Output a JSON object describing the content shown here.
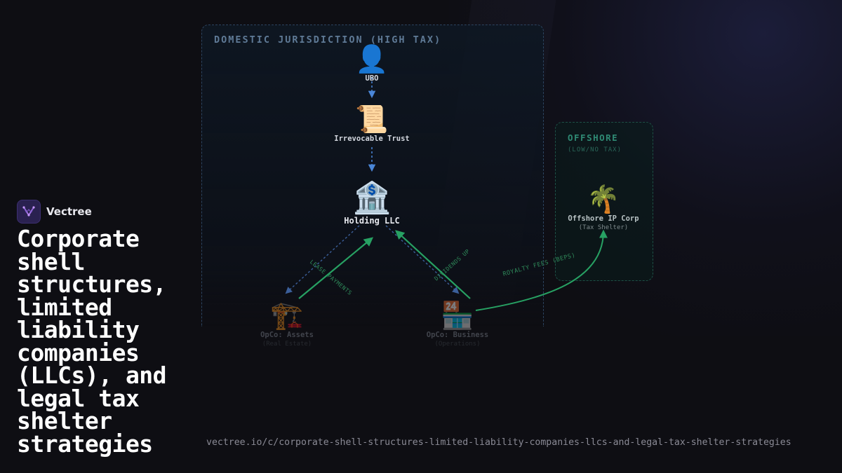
{
  "brand": {
    "name": "Vectree"
  },
  "headline": "Corporate shell structures, limited liability companies (LLCs), and legal tax shelter strategies",
  "url": "vectree.io/c/corporate-shell-structures-limited-liability-companies-llcs-and-legal-tax-shelter-strategies",
  "zones": {
    "domestic": {
      "title": "DOMESTIC JURISDICTION (HIGH TAX)"
    },
    "offshore": {
      "title": "OFFSHORE",
      "subtitle": "(LOW/NO TAX)"
    }
  },
  "nodes": {
    "ubo": {
      "icon": "👤",
      "icon_name": "person-icon",
      "label": "UBO"
    },
    "trust": {
      "icon": "📜",
      "icon_name": "scroll-icon",
      "label": "Irrevocable Trust"
    },
    "holding": {
      "icon": "🏦",
      "icon_name": "bank-icon",
      "label": "Holding LLC"
    },
    "assets": {
      "icon": "🏗️",
      "icon_name": "crane-icon",
      "label": "OpCo: Assets",
      "sub": "(Real Estate)"
    },
    "business": {
      "icon": "🏪",
      "icon_name": "store-icon",
      "label": "OpCo: Business",
      "sub": "(Operations)"
    },
    "offshore_ip": {
      "icon": "🌴",
      "icon_name": "palm-tree-icon",
      "label": "Offshore IP Corp",
      "sub": "(Tax Shelter)"
    }
  },
  "edges": {
    "lease": "LEASE PAYMENTS",
    "dividends": "DIVIDENDS UP",
    "royalty": "ROYALTY FEES (BEPS)"
  },
  "colors": {
    "ownership": "#4a86d8",
    "money_flow": "#27a163",
    "domestic_border": "#2c4460",
    "offshore_border": "#1e5046",
    "domestic_title": "#5f7a96",
    "offshore_title": "#2f8a74"
  }
}
